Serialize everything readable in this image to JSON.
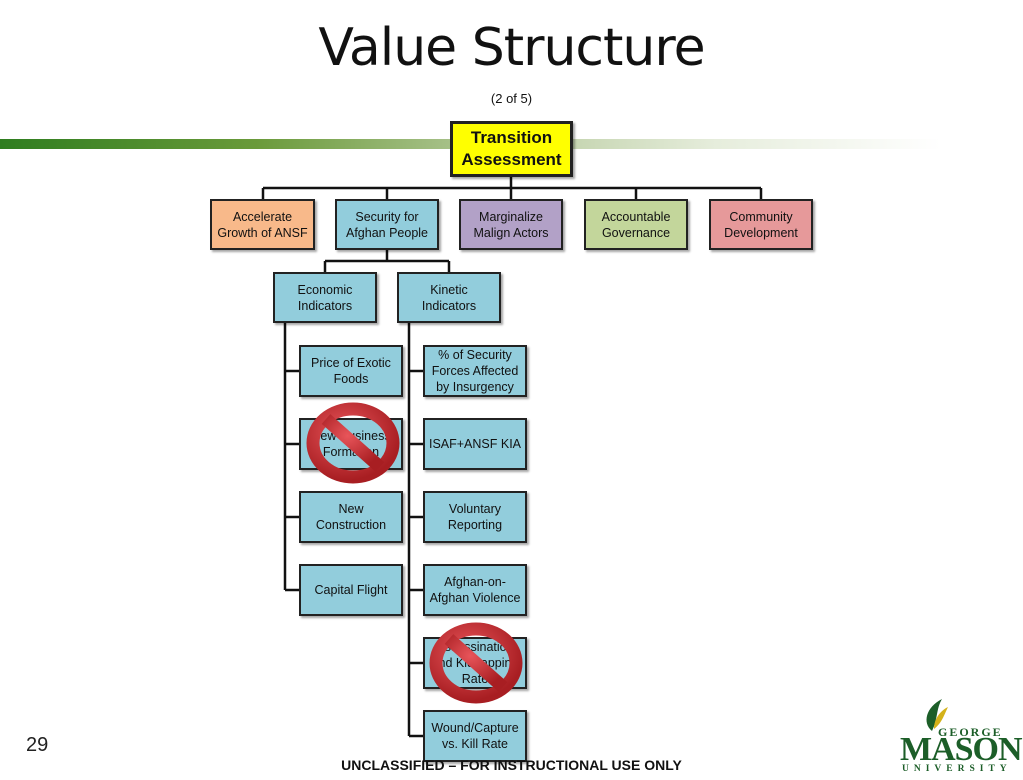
{
  "slide": {
    "title": "Value Structure",
    "subtitle": "(2 of 5)",
    "number": "29",
    "footer": "UNCLASSIFIED – FOR INSTRUCTIONAL USE ONLY"
  },
  "tree": {
    "root": "Transition\nAssessment",
    "level1": [
      "Accelerate\nGrowth of ANSF",
      "Security for\nAfghan People",
      "Marginalize\nMalign Actors",
      "Accountable\nGovernance",
      "Community\nDevelopment"
    ],
    "level2": [
      "Economic\nIndicators",
      "Kinetic\nIndicators"
    ],
    "economic": [
      "Price of Exotic\nFoods",
      "New Business\nFormation",
      "New\nConstruction",
      "Capital Flight"
    ],
    "kinetic": [
      "% of Security\nForces Affected\nby Insurgency",
      "ISAF+ANSF KIA",
      "Voluntary\nReporting",
      "Afghan-on-\nAfghan Violence",
      "Assassination\nand Kidnapping\nRate",
      "Wound/Capture\nvs. Kill Rate"
    ]
  },
  "crossed_out": [
    "New Business Formation",
    "Assassination and Kidnapping Rate"
  ],
  "colors": {
    "root_fill": "#ffff00",
    "accelerate_fill": "#f8b98a",
    "security_fill": "#92cddc",
    "marginalize_fill": "#b2a1c7",
    "accountable_fill": "#c3d69b",
    "community_fill": "#e6999a",
    "indicator_fill": "#92cddc",
    "no_sign_red": "#c0282c",
    "brand_green": "#1c5e28",
    "brand_gold": "#d4b21a"
  },
  "logo": {
    "line1": "GEORGE",
    "line2": "MASON",
    "line3": "UNIVERSITY"
  }
}
